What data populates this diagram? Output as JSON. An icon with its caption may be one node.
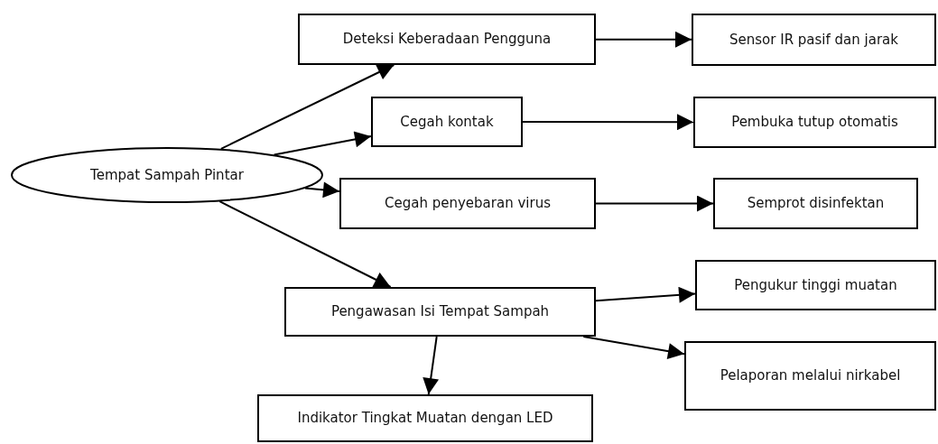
{
  "diagram": {
    "nodes": [
      {
        "text": [
          "Tempat Sampah Pintar"
        ]
      },
      {
        "text": [
          "Deteksi Keberadaan Pengguna"
        ]
      },
      {
        "text": [
          "Sensor IR pasif dan jarak"
        ]
      },
      {
        "text": [
          "Cegah kontak"
        ]
      },
      {
        "text": [
          "Pembuka tutup otomatis"
        ]
      },
      {
        "text": [
          "Cegah penyebaran virus"
        ]
      },
      {
        "text": [
          "Semprot disinfektan"
        ]
      },
      {
        "text": [
          "Pengawasan Isi Tempat Sampah"
        ]
      },
      {
        "text": [
          "Pengukur tinggi muatan"
        ]
      },
      {
        "text": [
          "Pelaporan melalui nirkabel"
        ]
      },
      {
        "text": [
          "Indikator Tingkat Muatan dengan LED"
        ]
      }
    ],
    "edges": [
      {
        "from": 0,
        "to": 1,
        "arrow": "to"
      },
      {
        "from": 0,
        "to": 3,
        "arrow": "to"
      },
      {
        "from": 0,
        "to": 5,
        "arrow": "to"
      },
      {
        "from": 0,
        "to": 7,
        "arrow": "to"
      },
      {
        "from": 1,
        "to": 2,
        "arrow": "to"
      },
      {
        "from": 3,
        "to": 4,
        "arrow": "to"
      },
      {
        "from": 5,
        "to": 6,
        "arrow": "to"
      },
      {
        "from": 7,
        "to": 8,
        "arrow": "to"
      },
      {
        "from": 7,
        "to": 9,
        "arrow": "to"
      },
      {
        "from": 7,
        "to": 10,
        "arrow": "to"
      }
    ]
  }
}
